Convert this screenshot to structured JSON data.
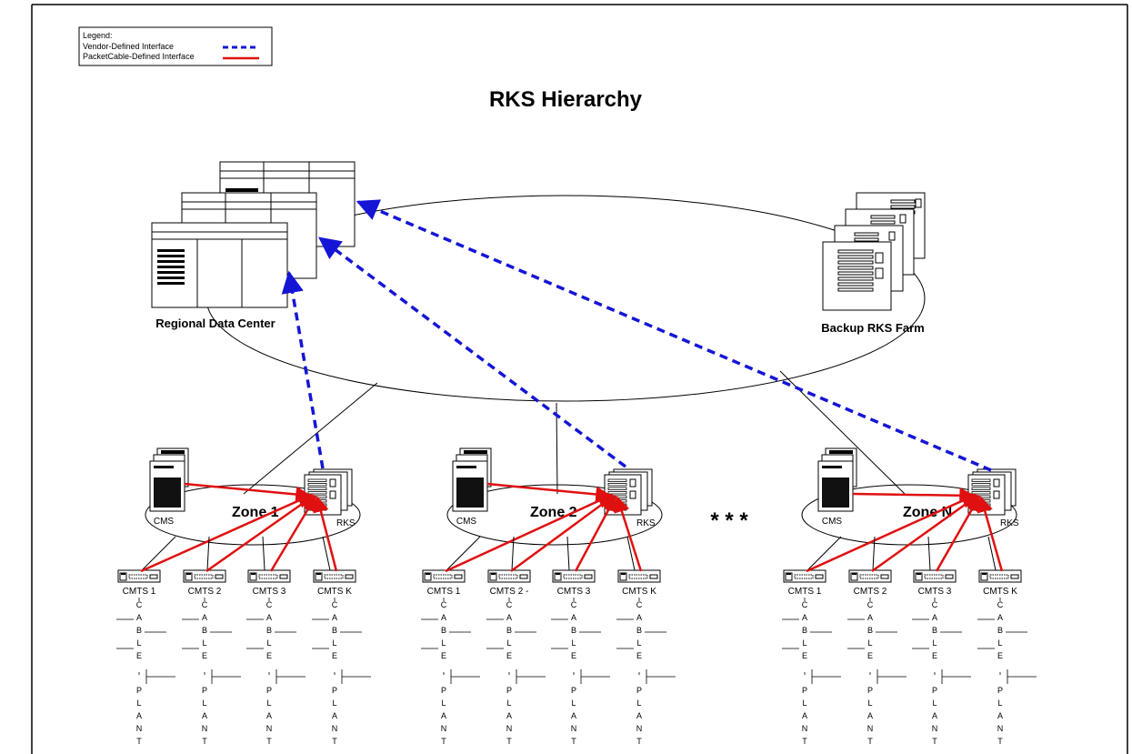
{
  "title": "RKS Hierarchy",
  "legend": {
    "heading": "Legend:",
    "vendor_label": "Vendor-Defined Interface",
    "packetcable_label": "PacketCable-Defined Interface"
  },
  "colors": {
    "vendor_line": "#1515d6",
    "packetcable_line": "#e01010",
    "ink": "#000000"
  },
  "regional_label": "Regional Data Center",
  "backup_label": "Backup RKS Farm",
  "ellipsis": "* * *",
  "cms_label": "CMS",
  "rks_label": "RKS",
  "cable_plant_letters": [
    "C",
    "A",
    "B",
    "L",
    "E",
    "P",
    "L",
    "A",
    "N",
    "T"
  ],
  "zones": [
    {
      "name": "Zone 1",
      "cmts": [
        "CMTS 1",
        "CMTS 2",
        "CMTS 3",
        "CMTS K"
      ]
    },
    {
      "name": "Zone 2",
      "cmts": [
        "CMTS 1",
        "CMTS 2 -",
        "CMTS 3",
        "CMTS K"
      ]
    },
    {
      "name": "Zone N",
      "cmts": [
        "CMTS 1",
        "CMTS 2",
        "CMTS 3",
        "CMTS K"
      ]
    }
  ]
}
